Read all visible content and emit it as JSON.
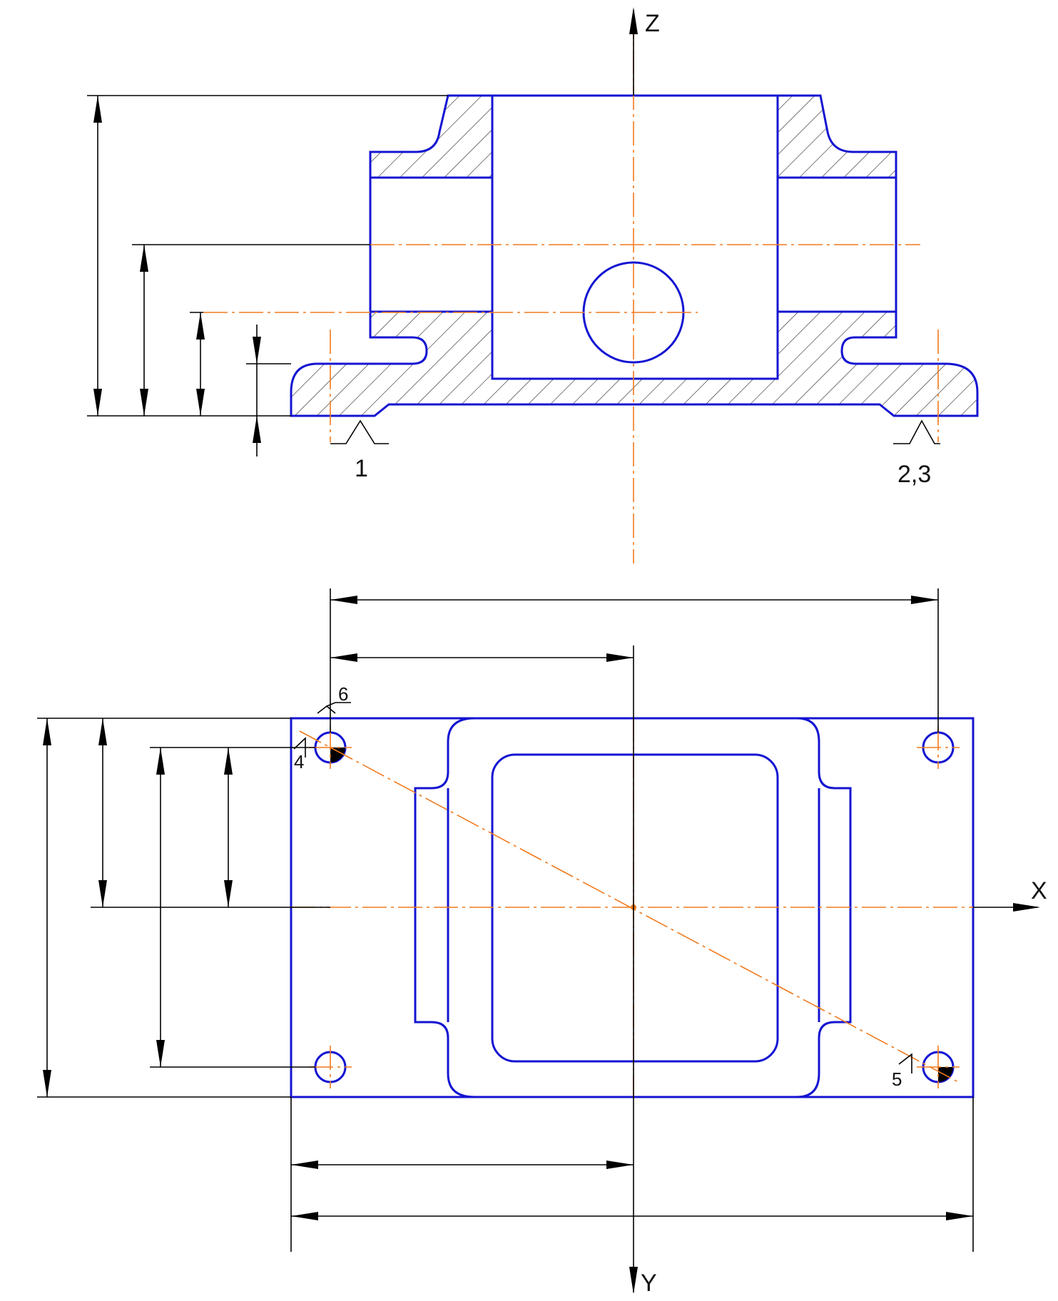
{
  "axes": {
    "z": "Z",
    "x": "X",
    "y": "Y"
  },
  "callouts": {
    "base_left": "1",
    "base_right": "2,3",
    "hole_top_left_a": "6",
    "hole_top_left_b": "4",
    "hole_bottom_right": "5"
  },
  "colors": {
    "part_outline": "#1414d2",
    "center_line": "#f07a1e",
    "dimension": "#000000"
  }
}
